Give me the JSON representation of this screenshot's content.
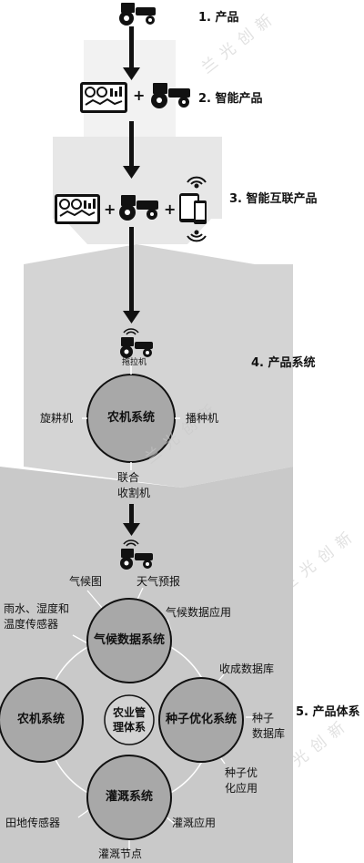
{
  "stages": [
    {
      "label": "1. 产品"
    },
    {
      "label": "2. 智能产品"
    },
    {
      "label": "3. 智能互联产品"
    },
    {
      "label": "4. 产品系统"
    },
    {
      "label": "5. 产品体系"
    }
  ],
  "stage2": {
    "plus": "+"
  },
  "stage3": {
    "plus1": "+",
    "plus2": "+"
  },
  "stage4": {
    "tractor_label": "拖拉机",
    "center": "农机系统",
    "left": "旋耕机",
    "right": "播种机",
    "bottom": "联合\n收割机"
  },
  "stage5": {
    "center": "农业管\n理体系",
    "climate": "气候数据系统",
    "seed": "种子优化系统",
    "irrigation": "灌溉系统",
    "machinery": "农机系统",
    "climate_items": [
      "气候图",
      "天气预报",
      "雨水、湿度和\n温度传感器",
      "气候数据应用"
    ],
    "seed_items": [
      "收成数据库",
      "种子\n数据库",
      "种子优\n化应用"
    ],
    "irrigation_items": [
      "田地传感器",
      "灌溉应用",
      "灌溉节点"
    ]
  },
  "watermark": "兰光创新",
  "colors": {
    "band1": "#f2f2f2",
    "band2": "#e7e7e7",
    "band3": "#d4d4d4",
    "band4": "#c9c9c9",
    "circle": "#a8a8a8",
    "center_circle": "#d2d2d2"
  }
}
